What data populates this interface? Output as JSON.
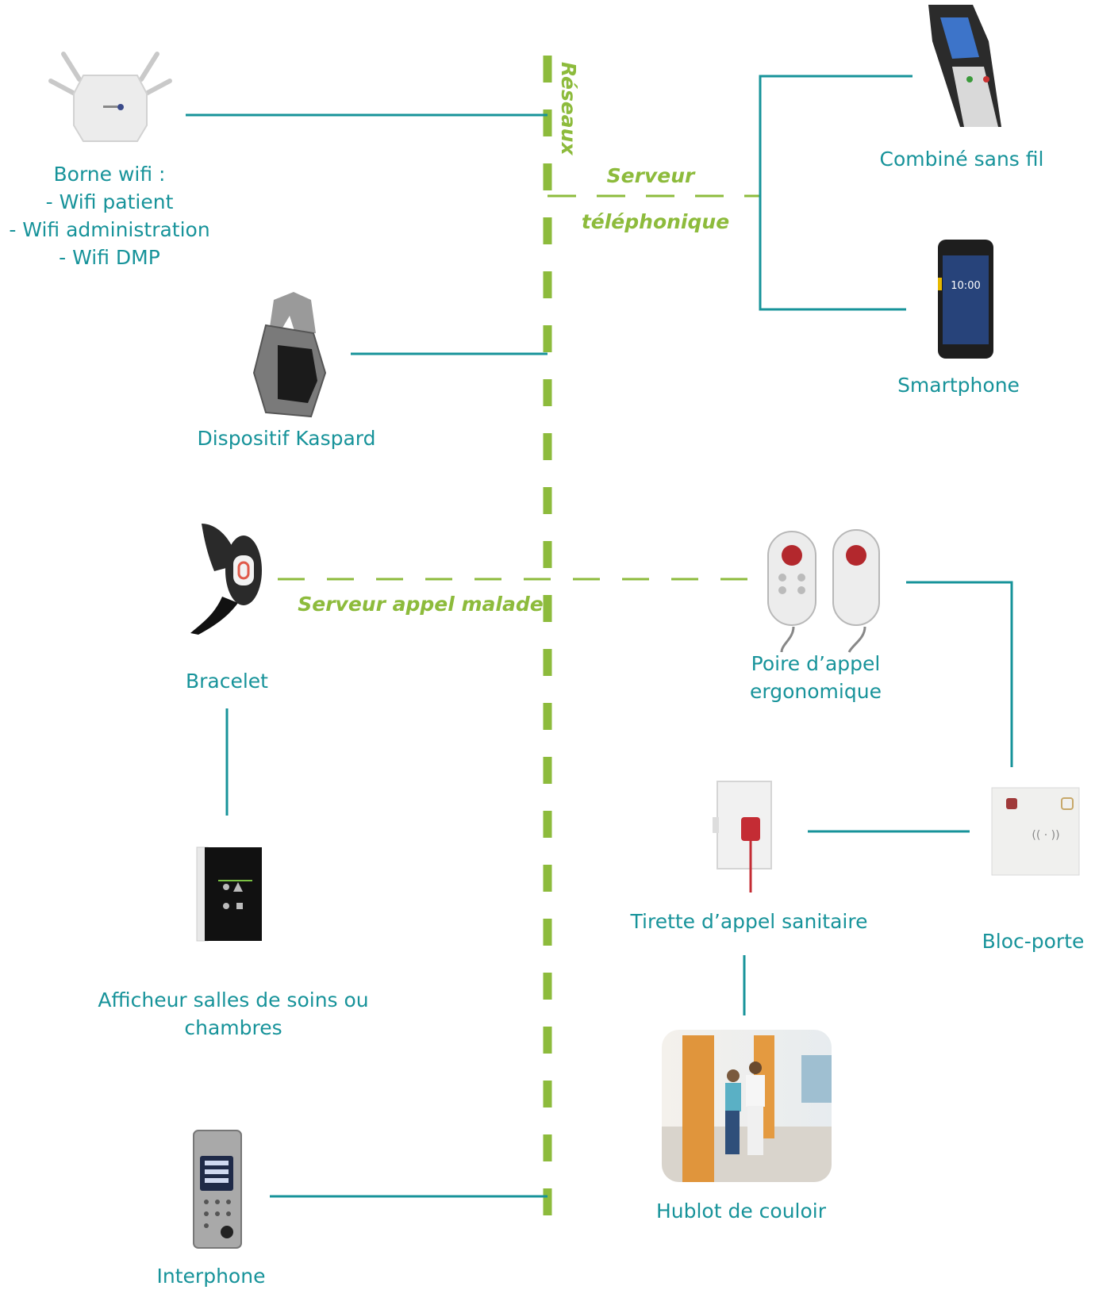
{
  "network_label": "Réseaux",
  "phone_server": {
    "line1": "Serveur",
    "line2": "téléphonique"
  },
  "call_server": "Serveur appel malade",
  "devices": {
    "borne": {
      "lines": [
        "Borne wifi :",
        "- Wifi patient",
        "- Wifi administration",
        "- Wifi DMP"
      ],
      "icon": "wifi-access-point-icon"
    },
    "kaspard": {
      "label": "Dispositif Kaspard",
      "icon": "kaspard-sensor-icon"
    },
    "bracelet": {
      "label": "Bracelet",
      "icon": "bracelet-icon"
    },
    "afficheur": {
      "lines": [
        "Afficheur salles de soins ou",
        "chambres"
      ],
      "icon": "room-display-icon"
    },
    "interphone": {
      "label": "Interphone",
      "icon": "intercom-icon"
    },
    "combine": {
      "label": "Combiné sans fil",
      "icon": "cordless-handset-icon"
    },
    "smartphone": {
      "label": "Smartphone",
      "icon": "smartphone-icon",
      "screen_time": "10:00"
    },
    "poire": {
      "lines": [
        "Poire d’appel",
        "ergonomique"
      ],
      "icon": "call-pear-icon"
    },
    "tirette": {
      "label": "Tirette d’appel sanitaire",
      "icon": "pull-cord-icon"
    },
    "bloc": {
      "label": "Bloc-porte",
      "icon": "door-block-icon"
    },
    "hublot": {
      "label": "Hublot de couloir",
      "icon": "corridor-photo-icon"
    }
  },
  "colors": {
    "teal": "#17939a",
    "green": "#8dbb3c"
  }
}
